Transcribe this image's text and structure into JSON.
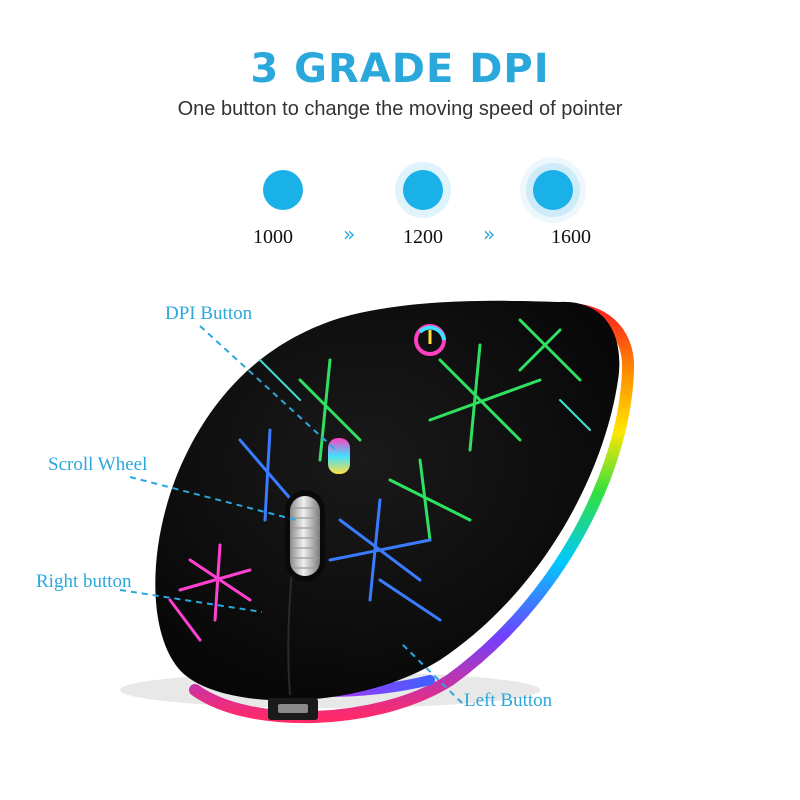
{
  "header": {
    "title": "3 GRADE DPI",
    "subtitle": "One button to change the moving speed of pointer"
  },
  "dpi_levels": [
    {
      "value": "1000"
    },
    {
      "value": "1200"
    },
    {
      "value": "1600"
    }
  ],
  "arrow_glyph": "»",
  "callouts": {
    "dpi_button": "DPI Button",
    "scroll_wheel": "Scroll Wheel",
    "right_button": "Right button",
    "left_button": "Left Button"
  },
  "colors": {
    "accent": "#2aa8dc",
    "mouse_body": "#111111"
  }
}
